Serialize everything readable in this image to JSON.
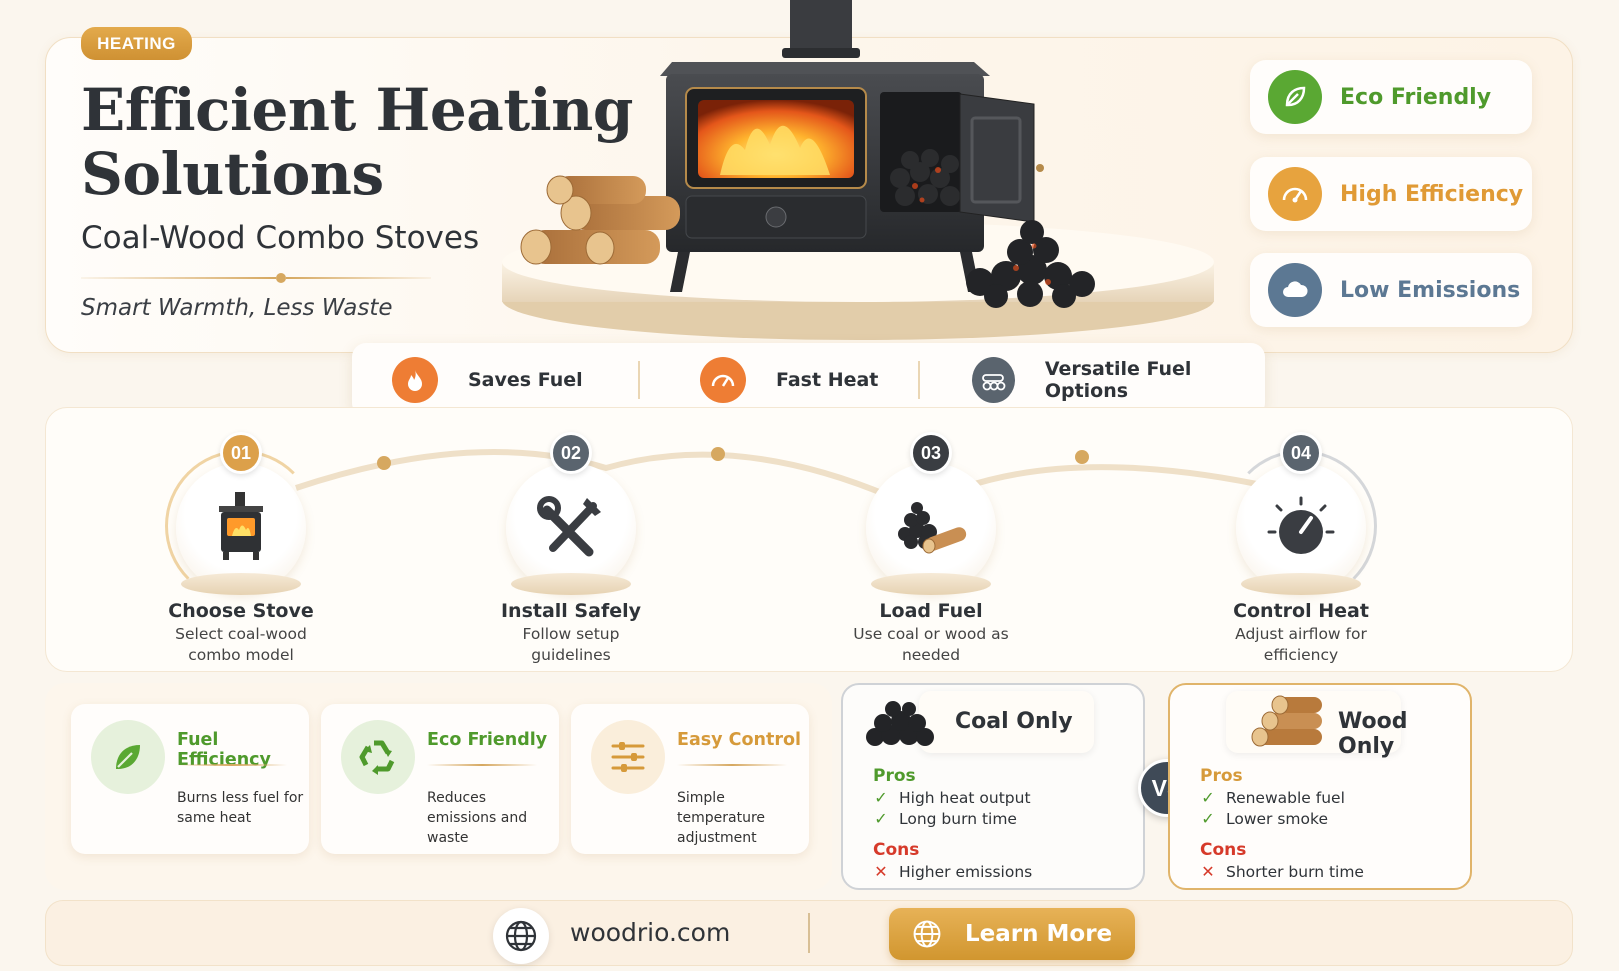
{
  "hero": {
    "tag": "HEATING",
    "title_line1": "Efficient Heating",
    "title_line2": "Solutions",
    "subtitle": "Coal-Wood Combo Stoves",
    "tagline": "Smart Warmth, Less Waste"
  },
  "badges": [
    {
      "label": "Eco Friendly",
      "icon": "leaf-icon",
      "color": "#4f9a2c"
    },
    {
      "label": "High Efficiency",
      "icon": "gauge-icon",
      "color": "#e09a35"
    },
    {
      "label": "Low Emissions",
      "icon": "cloud-icon",
      "color": "#5c7893"
    }
  ],
  "benefits": [
    {
      "label": "Saves Fuel",
      "icon": "flame-icon"
    },
    {
      "label": "Fast Heat",
      "icon": "speedometer-icon"
    },
    {
      "label": "Versatile Fuel Options",
      "icon": "fuel-options-icon"
    }
  ],
  "steps": [
    {
      "num": "01",
      "title": "Choose Stove",
      "desc": "Select coal-wood combo model",
      "icon": "stove-icon"
    },
    {
      "num": "02",
      "title": "Install Safely",
      "desc": "Follow setup guidelines",
      "icon": "tools-icon"
    },
    {
      "num": "03",
      "title": "Load Fuel",
      "desc": "Use coal or wood as needed",
      "icon": "coal-wood-icon"
    },
    {
      "num": "04",
      "title": "Control Heat",
      "desc": "Adjust airflow for efficiency",
      "icon": "dial-icon"
    }
  ],
  "features": [
    {
      "title": "Fuel Efficiency",
      "desc": "Burns less fuel for same heat",
      "icon": "leaf-icon",
      "color": "#4f9a2c"
    },
    {
      "title": "Eco Friendly",
      "desc": "Reduces emissions and waste",
      "icon": "recycle-icon",
      "color": "#4f9a2c"
    },
    {
      "title": "Easy Control",
      "desc": "Simple temperature adjustment",
      "icon": "sliders-icon",
      "color": "#d69a3a"
    }
  ],
  "compare": {
    "coal": {
      "title": "Coal Only",
      "pros_label": "Pros",
      "pros": [
        "High heat output",
        "Long burn time"
      ],
      "cons_label": "Cons",
      "cons": [
        "Higher emissions"
      ]
    },
    "vs": "VS",
    "wood": {
      "title": "Wood Only",
      "pros_label": "Pros",
      "pros": [
        "Renewable fuel",
        "Lower smoke"
      ],
      "cons_label": "Cons",
      "cons": [
        "Shorter burn time"
      ]
    }
  },
  "footer": {
    "site": "woodrio.com",
    "cta": "Learn More"
  },
  "colors": {
    "accent": "#d69a3a",
    "green": "#4f9a2c",
    "slate": "#3f4a57",
    "red": "#d63a2a"
  }
}
